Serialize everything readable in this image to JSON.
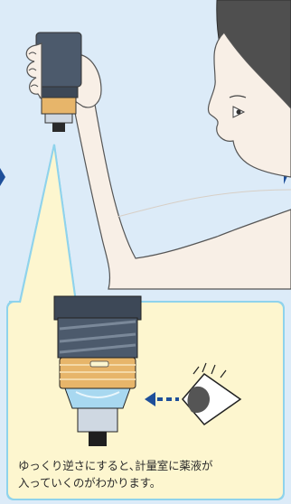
{
  "caption": {
    "line1": "ゆっくり逆さにすると､計量室に薬液が",
    "line2": "入っていくのがわかります。"
  },
  "colors": {
    "background": "#dcebf8",
    "callout_fill": "#fdf6cf",
    "callout_border": "#8fd3ec",
    "arm_skin": "#f8efe6",
    "hair": "#4f4f4f",
    "bottle_body": "#4c5a6c",
    "bottle_band": "#e7b56a",
    "arrow_blue": "#1e4f9a",
    "chamber_blue": "#a8d8f0"
  },
  "icons": [
    "eye-icon",
    "dashed-arrow-icon",
    "side-arrow-left",
    "side-arrow-right"
  ]
}
